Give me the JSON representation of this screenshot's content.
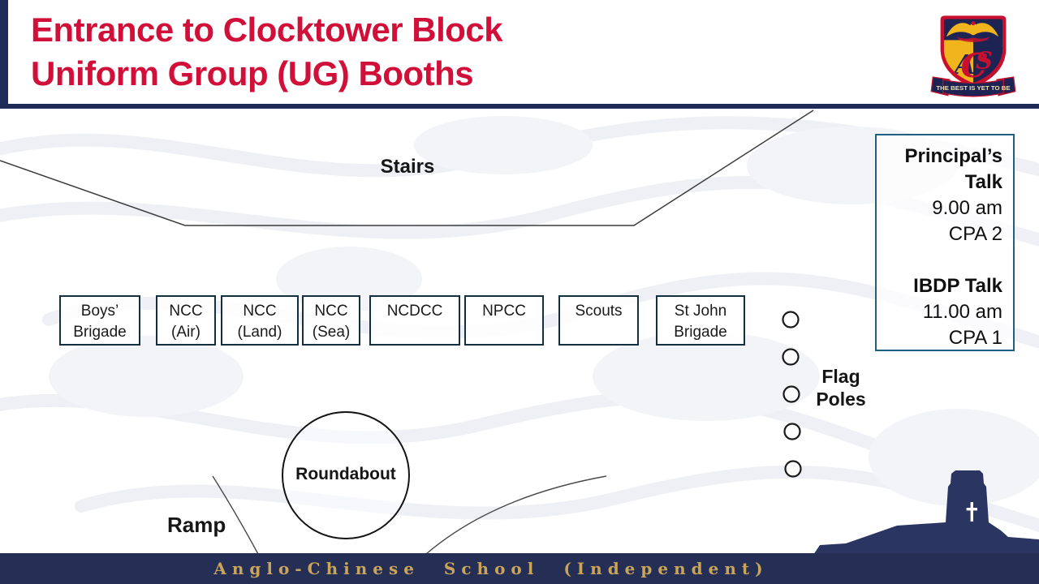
{
  "slide": {
    "title_line1": "Entrance to Clocktower Block",
    "title_line2": "Uniform Group (UG) Booths"
  },
  "crest": {
    "letter_a": "A",
    "letter_c": "C",
    "letter_s": "S",
    "motto": "THE BEST IS YET TO BE"
  },
  "map": {
    "stairs_label": "Stairs",
    "booths": [
      {
        "line1": "Boys’",
        "line2": "Brigade"
      },
      {
        "line1": "NCC",
        "line2": "(Air)"
      },
      {
        "line1": "NCC",
        "line2": "(Land)"
      },
      {
        "line1": "NCC",
        "line2": "(Sea)"
      },
      {
        "line1": "NCDCC",
        "line2": ""
      },
      {
        "line1": "NPCC",
        "line2": ""
      },
      {
        "line1": "Scouts",
        "line2": ""
      },
      {
        "line1": "St John",
        "line2": "Brigade"
      }
    ],
    "flag_poles_label": "Flag Poles",
    "flag_pole_count": 5,
    "roundabout_label": "Roundabout",
    "ramp_label": "Ramp"
  },
  "schedule": {
    "talk1_title": "Principal’s Talk",
    "talk1_time": "9.00 am",
    "talk1_venue": "CPA 2",
    "talk2_title": "IBDP Talk",
    "talk2_time": "11.00 am",
    "talk2_venue": "CPA 1"
  },
  "footer": {
    "school_name": "Anglo-Chinese School (Independent)"
  },
  "icons": {
    "cross": "†",
    "flag_pole": "circle-outline"
  },
  "colors": {
    "title_red": "#d1103a",
    "header_navy": "#1f2c5a",
    "footer_navy": "#252e55",
    "silhouette_navy": "#2a3561",
    "booth_border": "#132f40",
    "schedule_border": "#1f5f80",
    "crest_gold": "#f0b41c",
    "crest_red": "#c8102e",
    "footer_gold": "#c9a45a"
  }
}
